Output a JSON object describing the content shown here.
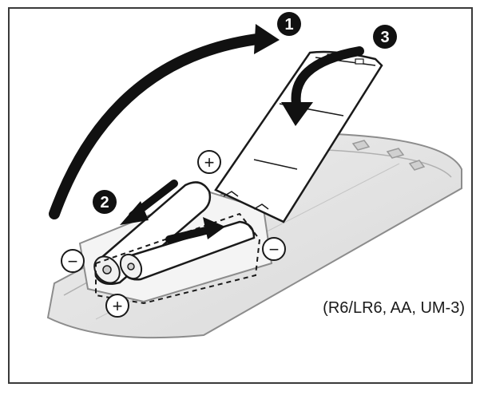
{
  "steps": {
    "step1": "1",
    "step2": "2",
    "step3": "3"
  },
  "polarity": {
    "plus_top": "+",
    "plus_bottom": "+",
    "minus_left": "−",
    "minus_right": "−"
  },
  "battery_spec": "(R6/LR6, AA, UM-3)",
  "colors": {
    "line": "#1a1a1a",
    "remote_fill": "#e8e8e8",
    "remote_edge": "#9a9a9a",
    "arrow": "#111111",
    "frame": "#3a3a3a"
  }
}
